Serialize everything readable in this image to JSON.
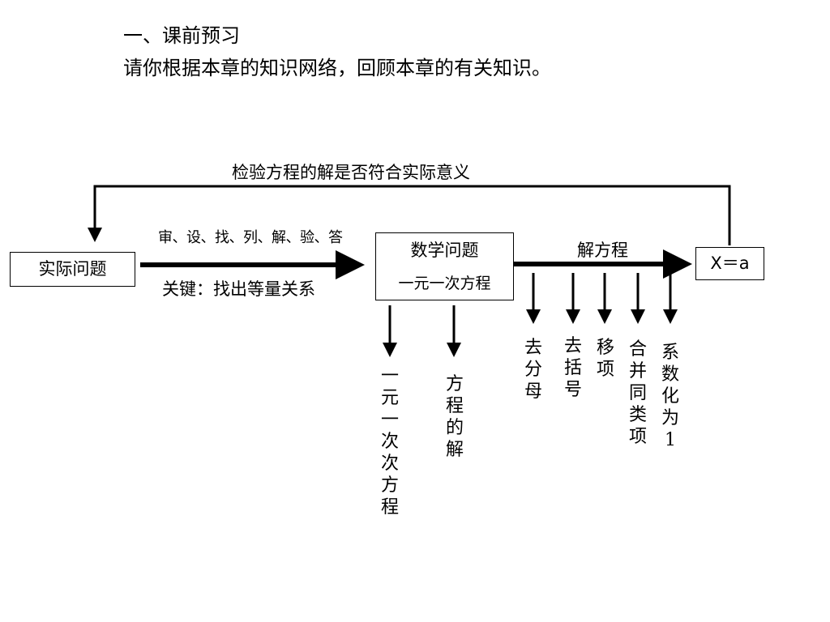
{
  "heading": {
    "line1": "一、课前预习",
    "line2": "请你根据本章的知识网络，回顾本章的有关知识。"
  },
  "diagram": {
    "feedback_label": "检验方程的解是否符合实际意义",
    "real_problem": "实际问题",
    "steps_label": "审、设、找、列、解、验、答",
    "key_label": "关键：找出等量关系",
    "math_problem": "数学问题",
    "linear_equation": "一元一次方程",
    "solve_label": "解方程",
    "result": "X＝a",
    "concept_linear_equation": "一元一次次方程",
    "concept_solution": "方程的解",
    "step_denominator": "去分母",
    "step_brackets": "去括号",
    "step_transpose": "移项",
    "step_combine": "合并同类项",
    "step_coefficient": "系数化为1"
  }
}
